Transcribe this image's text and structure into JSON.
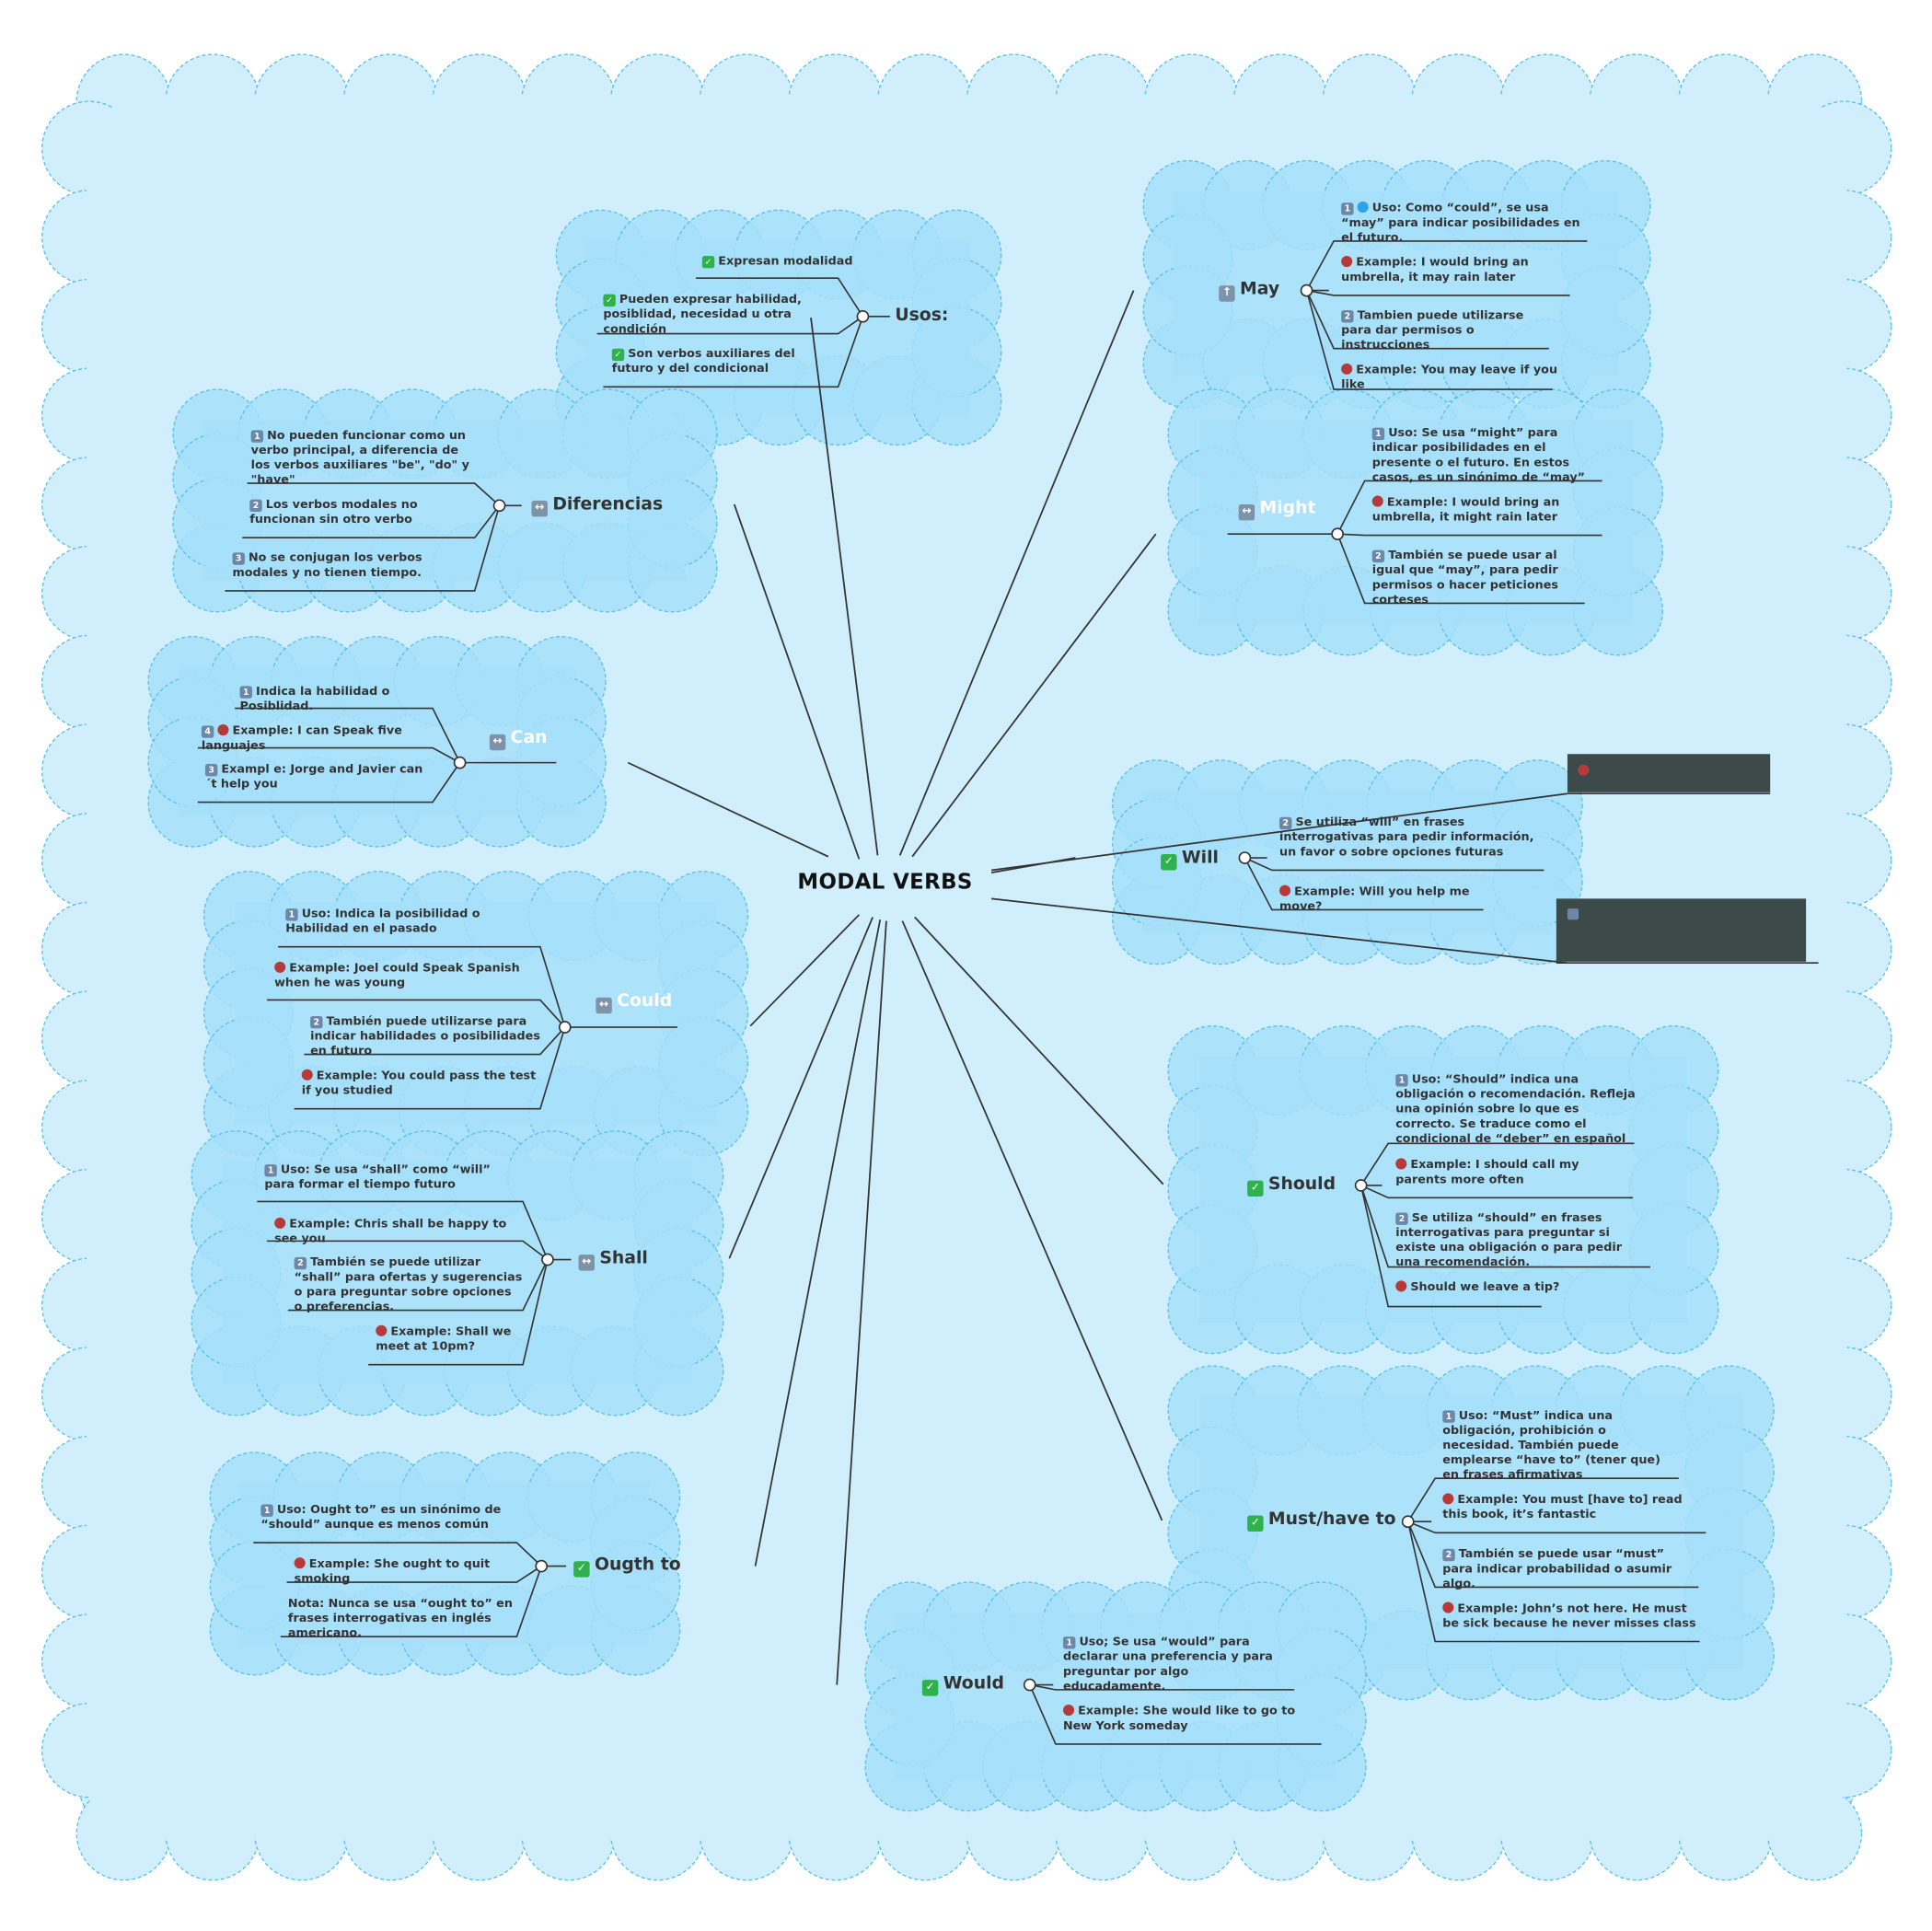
{
  "title": "MODAL VERBS",
  "colors": {
    "background_cloud": "#d0eefc",
    "subtopic_cloud": "#a6dff9",
    "cloud_border": "#5bc0ec",
    "connector": "#333333",
    "dark_box": "#3c4a4a",
    "check_icon": "#2fb14b",
    "example_dot": "#b63a3a"
  },
  "topics": {
    "usos": {
      "label": "Usos:",
      "items": [
        "Expresan modalidad",
        "Pueden expresar habilidad, posiblidad, necesidad u otra condición",
        "Son verbos auxiliares del futuro y del condicional"
      ]
    },
    "diferencias": {
      "label": "Diferencias",
      "items": [
        "No pueden funcionar como un verbo principal, a diferencia de los verbos auxiliares \"be\", \"do\" y \"have\"",
        "Los verbos modales no funcionan sin otro verbo",
        "No se conjugan los verbos modales y no tienen tiempo."
      ]
    },
    "can": {
      "label": "Can",
      "items": [
        "Indica la habilidad o Posiblidad.",
        "Example: I can Speak five languajes",
        "Exampl e: Jorge and Javier can´t help you"
      ]
    },
    "could": {
      "label": "Could",
      "items": [
        "Uso: Indica la posibilidad o Habilidad en el pasado",
        "Example: Joel could Speak Spanish when he was young",
        "También puede utilizarse para indicar habilidades o posibilidades en futuro",
        "Example: You could pass the test if you studied"
      ]
    },
    "shall": {
      "label": "Shall",
      "items": [
        "Uso: Se usa “shall” como “will” para formar el tiempo futuro",
        "Example: Chris shall be happy to see you",
        "También se puede utilizar “shall” para ofertas y sugerencias o para preguntar sobre opciones o preferencias.",
        "Example: Shall we meet at 10pm?"
      ]
    },
    "ought": {
      "label": "Ougth to",
      "items": [
        "Uso: Ought to” es un sinónimo de “should” aunque es menos común",
        "Example: She ought to quit smoking",
        "Nota: Nunca se usa “ought to” en frases interrogativas en inglés americano."
      ]
    },
    "may": {
      "label": "May",
      "items": [
        "Uso: Como “could”, se usa “may” para indicar posibilidades en el futuro.",
        "Example: I would bring an umbrella, it may rain later",
        "Tambien puede utilizarse para dar permisos o instrucciones",
        "Example: You may leave if you like"
      ]
    },
    "might": {
      "label": "Might",
      "items": [
        "Uso: Se usa “might” para indicar posibilidades en el presente o el futuro. En estos casos, es un sinónimo de “may”",
        "Example: I would bring an umbrella, it might rain later",
        "También se puede usar al igual que “may”, para pedir permisos o hacer peticiones corteses"
      ]
    },
    "will": {
      "label": "Will",
      "items": [
        "Se utiliza “will” en frases interrogativas para pedir información, un favor o sobre opciones futuras",
        "Example: Will you help me move?"
      ]
    },
    "should": {
      "label": "Should",
      "items": [
        "Uso: “Should” indica una obligación o recomendación. Refleja una opinión sobre lo que es correcto. Se traduce como el condicional de “deber” en español",
        "Example: I should call my parents more often",
        "Se utiliza “should” en frases interrogativas para preguntar si existe una obligación o para pedir una recomendación.",
        "Should we leave a tip?"
      ]
    },
    "must": {
      "label": "Must/have to",
      "items": [
        "Uso: “Must” indica una obligación, prohibición o necesidad. También puede emplearse “have to” (tener que) en frases afirmativas",
        "Example: You must [have to] read this book, it’s fantastic",
        "También se puede usar “must” para indicar probabilidad o asumir algo.",
        "Example: John’s not here. He must be sick because he never misses class"
      ]
    },
    "would": {
      "label": "Would",
      "items": [
        "Uso; Se usa “would” para declarar una preferencia y para preguntar por algo educadamente.",
        "Example: She would like to go to New York someday"
      ]
    }
  }
}
